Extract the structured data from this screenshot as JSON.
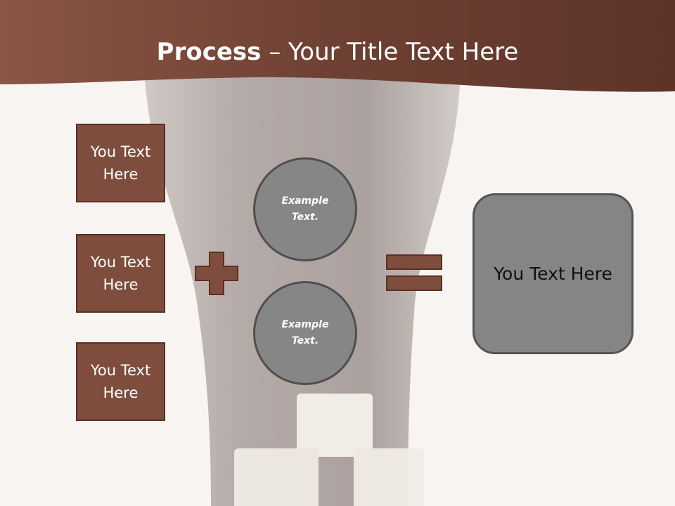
{
  "title": {
    "bold_part": "Process",
    "separator": " – ",
    "rest": "Your Title Text Here"
  },
  "input_boxes": [
    {
      "label": "You Text Here"
    },
    {
      "label": "You Text Here"
    },
    {
      "label": "You Text Here"
    }
  ],
  "circles": [
    {
      "label": "Example Text."
    },
    {
      "label": "Example Text."
    }
  ],
  "result_box": {
    "label": "You Text Here"
  },
  "colors": {
    "header_brown": "#6e3f33",
    "box_fill": "#7e4d3e",
    "box_border": "#5a2f24",
    "circle_fill": "#868686",
    "result_fill": "#858585"
  }
}
